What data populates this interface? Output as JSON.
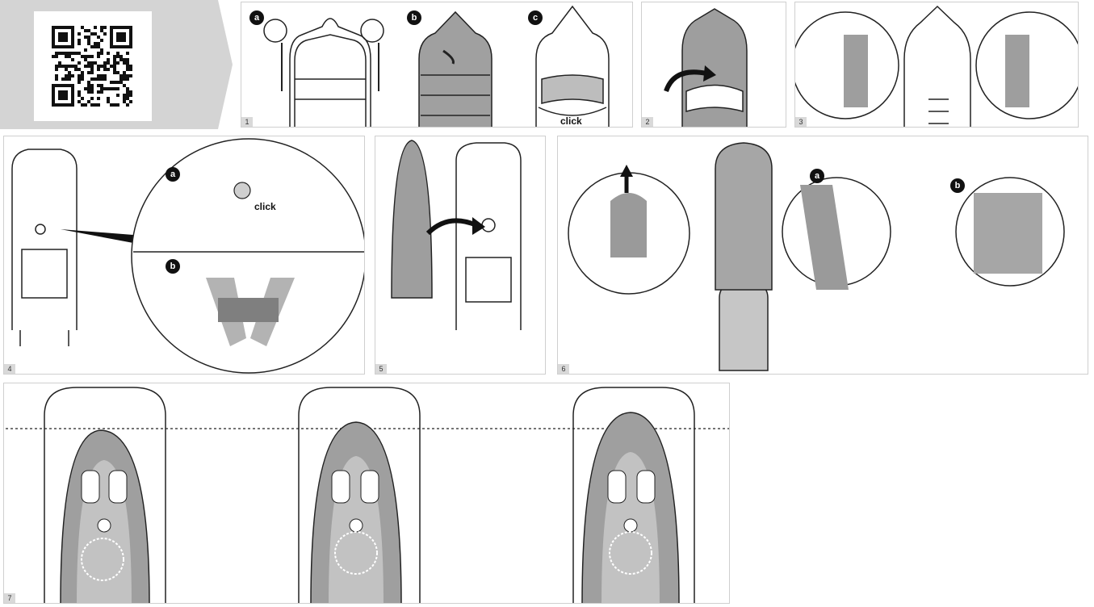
{
  "header": {
    "icon": "manual-note-icon"
  },
  "steps": {
    "s1": "1",
    "s2": "2",
    "s3": "3",
    "s4": "4",
    "s5": "5",
    "s6": "6",
    "s7": "7"
  },
  "labels": {
    "a": "a",
    "b": "b",
    "c": "c",
    "click": "click"
  },
  "colors": {
    "header_bg": "#d4d4d4",
    "fill_grey": "#9a9a9a",
    "light_grey": "#cfcfcf"
  }
}
